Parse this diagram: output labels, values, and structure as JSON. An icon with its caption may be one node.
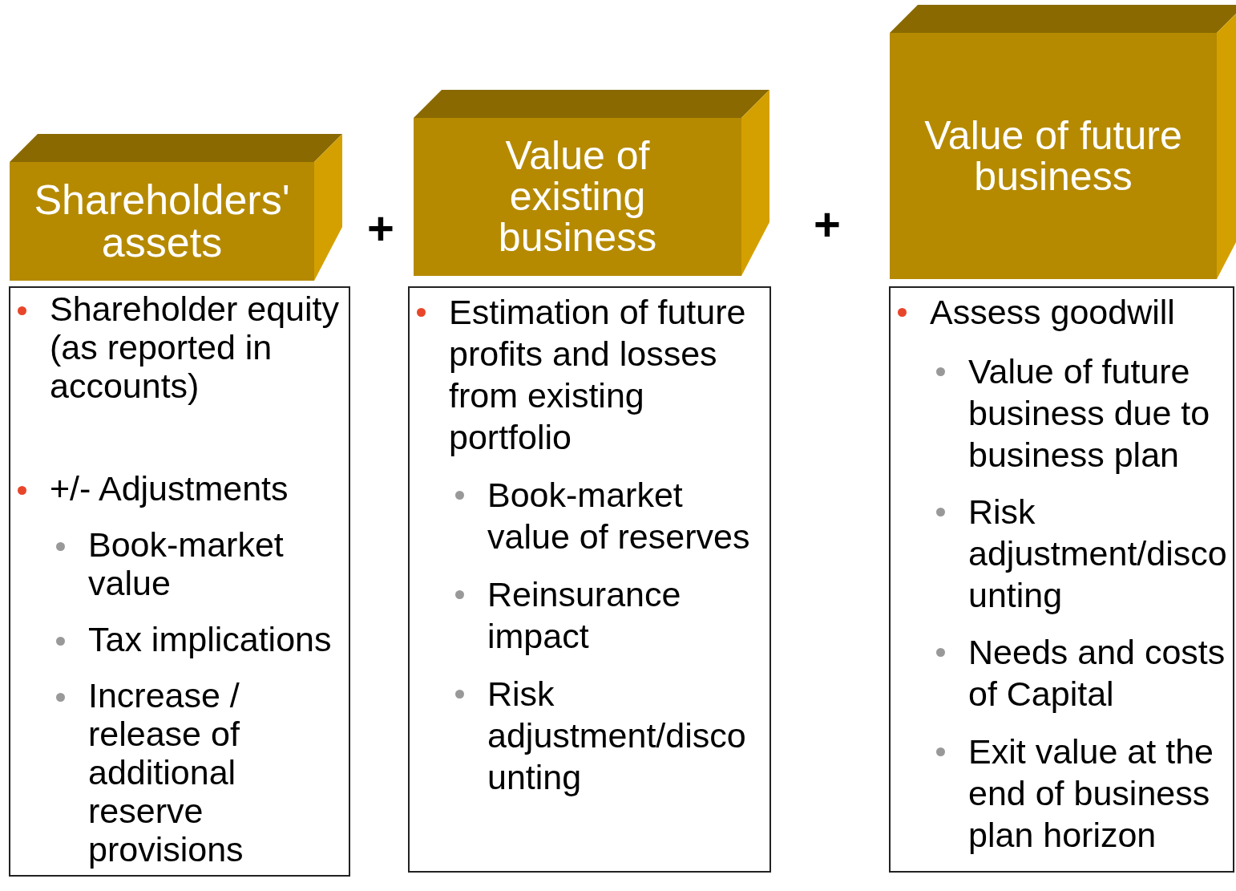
{
  "diagram": {
    "nodes": [
      {
        "text": [
          "Shareholders' assets"
        ]
      },
      {
        "text": [
          "Value of existing business"
        ]
      },
      {
        "text": [
          "Value of future business"
        ]
      },
      {
        "text": [
          "Shareholder equity (as reported in accounts)",
          "+/- Adjustments",
          "Book-market value",
          "Tax implications",
          "Increase / release of additional reserve provisions"
        ]
      },
      {
        "text": [
          "Estimation of future profits and losses from existing portfolio",
          "Book-market value of reserves",
          "Reinsurance impact",
          "Risk adjustment/disco unting"
        ]
      },
      {
        "text": [
          "Assess goodwill",
          "Value of future business due to business plan",
          "Risk adjustment/disco unting",
          "Needs and costs of Capital",
          "Exit value at the end of business plan horizon"
        ]
      }
    ],
    "labels": [
      "+",
      "+"
    ]
  }
}
